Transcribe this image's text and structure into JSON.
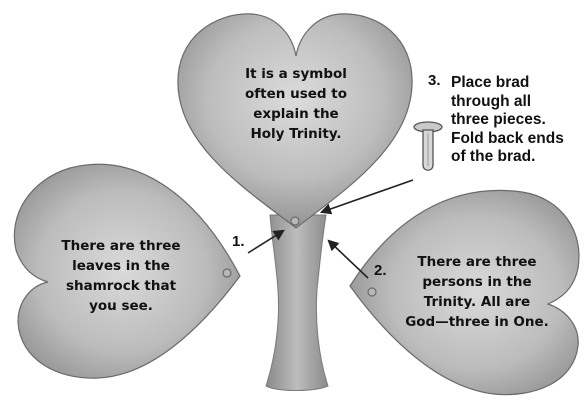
{
  "leaves": {
    "top": {
      "text": "It is a symbol\noften used to\nexplain the\nHoly Trinity."
    },
    "left": {
      "text": "There are three\nleaves in the\nshamrock that\nyou see."
    },
    "right": {
      "text": "There are three\npersons in the\nTrinity. All are\nGod—three in One."
    }
  },
  "steps": {
    "step1": {
      "number": "1."
    },
    "step2": {
      "number": "2."
    },
    "step3": {
      "number": "3.",
      "text": "Place brad\nthrough all\nthree pieces.\nFold back ends\nof the brad."
    }
  },
  "icons": {
    "brad": "brad-fastener-icon"
  },
  "colors": {
    "leaf_fill_light": "#dadada",
    "leaf_fill_dark": "#8e8e8e",
    "leaf_stroke": "#6a6a6a",
    "text": "#111111",
    "arrow": "#222222"
  }
}
